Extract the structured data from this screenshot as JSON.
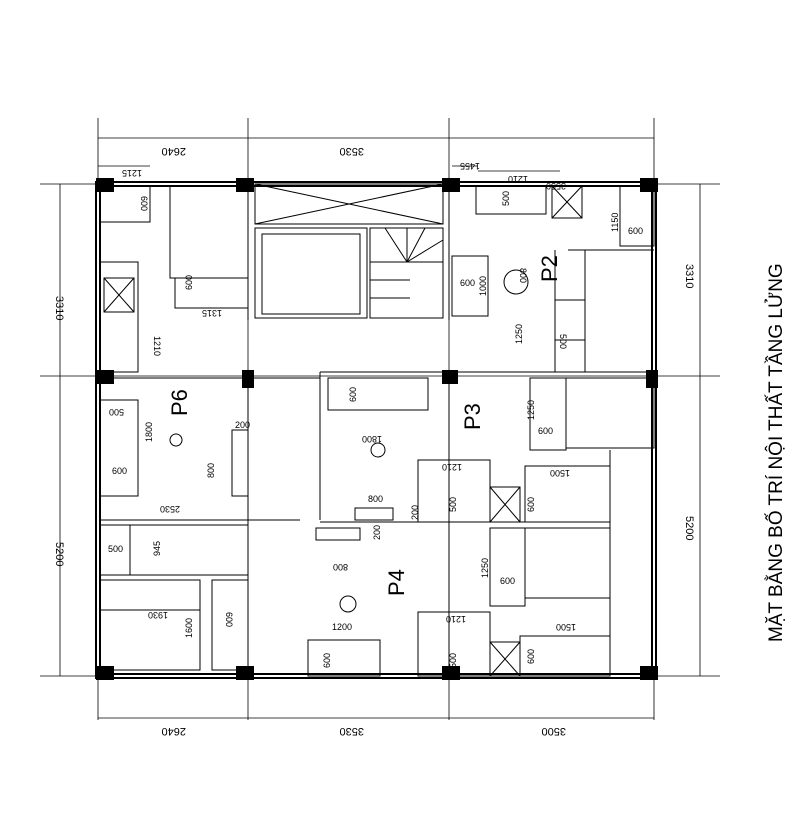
{
  "title": "MẶT BẰNG BỐ TRÍ NỘI THẤT TẦNG LỬNG",
  "rooms": {
    "p2": "P2",
    "p3": "P3",
    "p4": "P4",
    "p6": "P6"
  },
  "dims": {
    "top": [
      "2640",
      "3530"
    ],
    "bottom": [
      "2640",
      "3530",
      "3500"
    ],
    "left": [
      "3310",
      "5200"
    ],
    "right": [
      "3310",
      "5200"
    ],
    "d1215": "1215",
    "d1455": "1455",
    "d1210": "1210",
    "d3550": "3550",
    "d600": "600",
    "d500": "500",
    "d1000": "1000",
    "d800": "800",
    "d1250": "1250",
    "d1150": "1150",
    "d1315": "1315",
    "d1800": "1800",
    "d2530": "2530",
    "d200": "200",
    "d945": "945",
    "d1930": "1930",
    "d1600": "1600",
    "d1500": "1500",
    "d1200": "1200"
  }
}
